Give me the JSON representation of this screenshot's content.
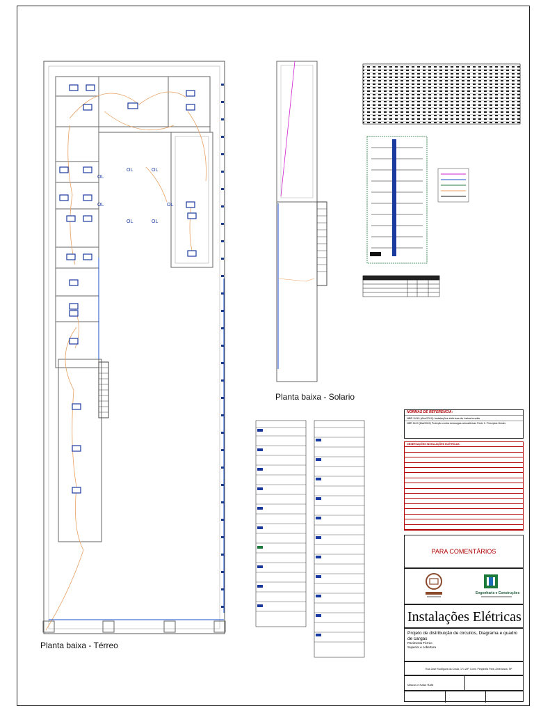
{
  "plans": {
    "ground_title": "Planta baixa - Térreo",
    "solar_title": "Planta baixa - Solario"
  },
  "circuit_labels": [
    "OL",
    "OL",
    "OL",
    "OL",
    "OL",
    "OL",
    "OL"
  ],
  "title_block": {
    "references_header": "NORMAS DE REFERÊNCIA:",
    "reference_1": "NBR 5410 (Abr/2010) Instalações elétricas de baixa tensão",
    "reference_2": "NBR 5419 (Mai/2015) Proteção contra descargas atmosféricas Parte 1: Princípios Gerais",
    "notes_header": "OBSERVAÇÕES INSTALAÇÕES ELÉTRICAS:",
    "comments_label": "PARA COMENTÁRIOS",
    "company_name": "Engenharia e Construções",
    "project_title": "Instalações Elétricas",
    "project_desc_1": "Projeto de distribuição de circuitos, Diagrama e quadro",
    "project_desc_2": "de cargas",
    "project_desc_3": "Pavimento Térreo",
    "project_desc_4": "Superior e cobertura",
    "address": "Rua José Rodrigues da Costa, 171 ZIP, Coml. Pimpinela Park, Americana, SP",
    "owner_label": "Marcos e Natur RAM"
  },
  "colors": {
    "walls": "#666666",
    "circuit_orange": "#e8a060",
    "conduit_blue": "#1a4fd0",
    "magenta": "#d020d0",
    "note_red": "#b00000",
    "logo_brown": "#8a4a2a",
    "logo_green": "#1e7a3a",
    "logo_blue": "#1a6fb8"
  }
}
